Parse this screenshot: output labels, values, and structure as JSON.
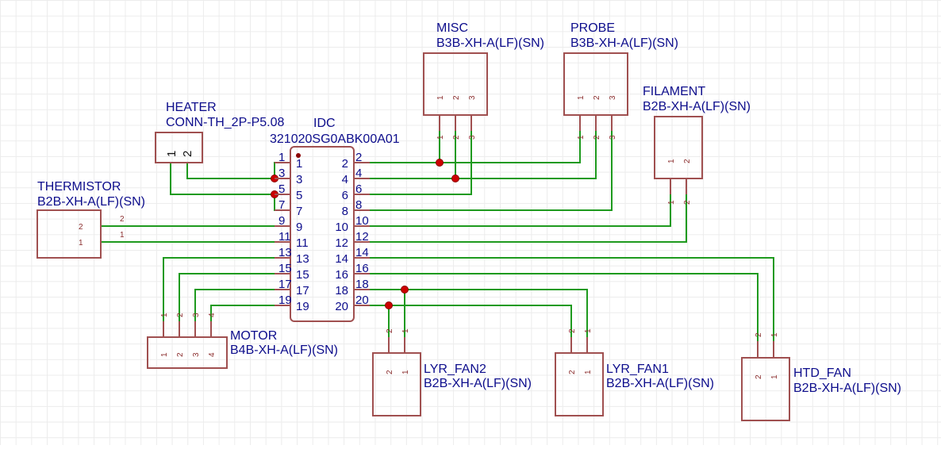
{
  "components": {
    "misc": {
      "ref": "MISC",
      "part": "B3B-XH-A(LF)(SN)",
      "pins": [
        "1",
        "2",
        "3"
      ]
    },
    "probe": {
      "ref": "PROBE",
      "part": "B3B-XH-A(LF)(SN)",
      "pins": [
        "1",
        "2",
        "3"
      ]
    },
    "filament": {
      "ref": "FILAMENT",
      "part": "B2B-XH-A(LF)(SN)",
      "pins": [
        "1",
        "2"
      ]
    },
    "heater": {
      "ref": "HEATER",
      "part": "CONN-TH_2P-P5.08",
      "pins": [
        "1",
        "2"
      ]
    },
    "thermistor": {
      "ref": "THERMISTOR",
      "part": "B2B-XH-A(LF)(SN)",
      "pins": [
        "2",
        "1"
      ]
    },
    "idc": {
      "ref": "IDC",
      "part": "321020SG0ABK00A01",
      "left_pins": [
        "1",
        "3",
        "5",
        "7",
        "9",
        "11",
        "13",
        "15",
        "17",
        "19"
      ],
      "right_pins": [
        "2",
        "4",
        "6",
        "8",
        "10",
        "12",
        "14",
        "16",
        "18",
        "20"
      ]
    },
    "motor": {
      "ref": "MOTOR",
      "part": "B4B-XH-A(LF)(SN)",
      "pins": [
        "1",
        "2",
        "3",
        "4"
      ]
    },
    "lyr_fan2": {
      "ref": "LYR_FAN2",
      "part": "B2B-XH-A(LF)(SN)",
      "pins": [
        "2",
        "1"
      ]
    },
    "lyr_fan1": {
      "ref": "LYR_FAN1",
      "part": "B2B-XH-A(LF)(SN)",
      "pins": [
        "2",
        "1"
      ]
    },
    "htd_fan": {
      "ref": "HTD_FAN",
      "part": "B2B-XH-A(LF)(SN)",
      "pins": [
        "2",
        "1"
      ]
    }
  }
}
